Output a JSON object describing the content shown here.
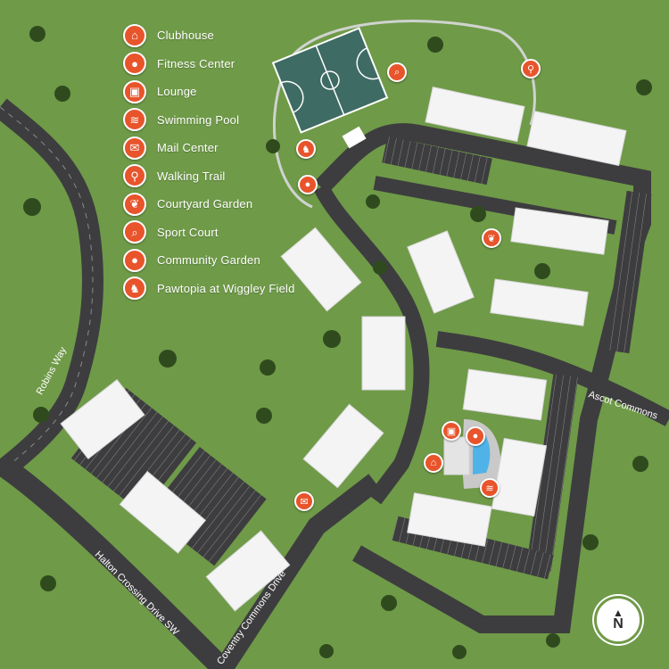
{
  "legend": [
    {
      "label": "Clubhouse",
      "icon": "house-icon",
      "glyph": "⌂"
    },
    {
      "label": "Fitness Center",
      "icon": "kettlebell-icon",
      "glyph": "●"
    },
    {
      "label": "Lounge",
      "icon": "lounge-icon",
      "glyph": "▣"
    },
    {
      "label": "Swimming Pool",
      "icon": "pool-ladder-icon",
      "glyph": "≋"
    },
    {
      "label": "Mail Center",
      "icon": "mailbox-icon",
      "glyph": "✉"
    },
    {
      "label": "Walking Trail",
      "icon": "walkers-icon",
      "glyph": "⚲"
    },
    {
      "label": "Courtyard Garden",
      "icon": "plant-icon",
      "glyph": "❦"
    },
    {
      "label": "Sport Court",
      "icon": "racket-icon",
      "glyph": "⌕"
    },
    {
      "label": "Community Garden",
      "icon": "apple-icon",
      "glyph": "●"
    },
    {
      "label": "Pawtopia at Wiggley Field",
      "icon": "dog-icon",
      "glyph": "♞"
    }
  ],
  "roads": {
    "robins_way": "Robins Way",
    "halton": "Halton Crossing Drive SW",
    "coventry": "Coventry Commons Drive",
    "ascot": "Ascot Commons"
  },
  "compass": {
    "letter": "N"
  },
  "colors": {
    "grass": "#6f9a48",
    "road": "#3d3d3f",
    "accent": "#e8542b",
    "court": "#3e6b63"
  }
}
